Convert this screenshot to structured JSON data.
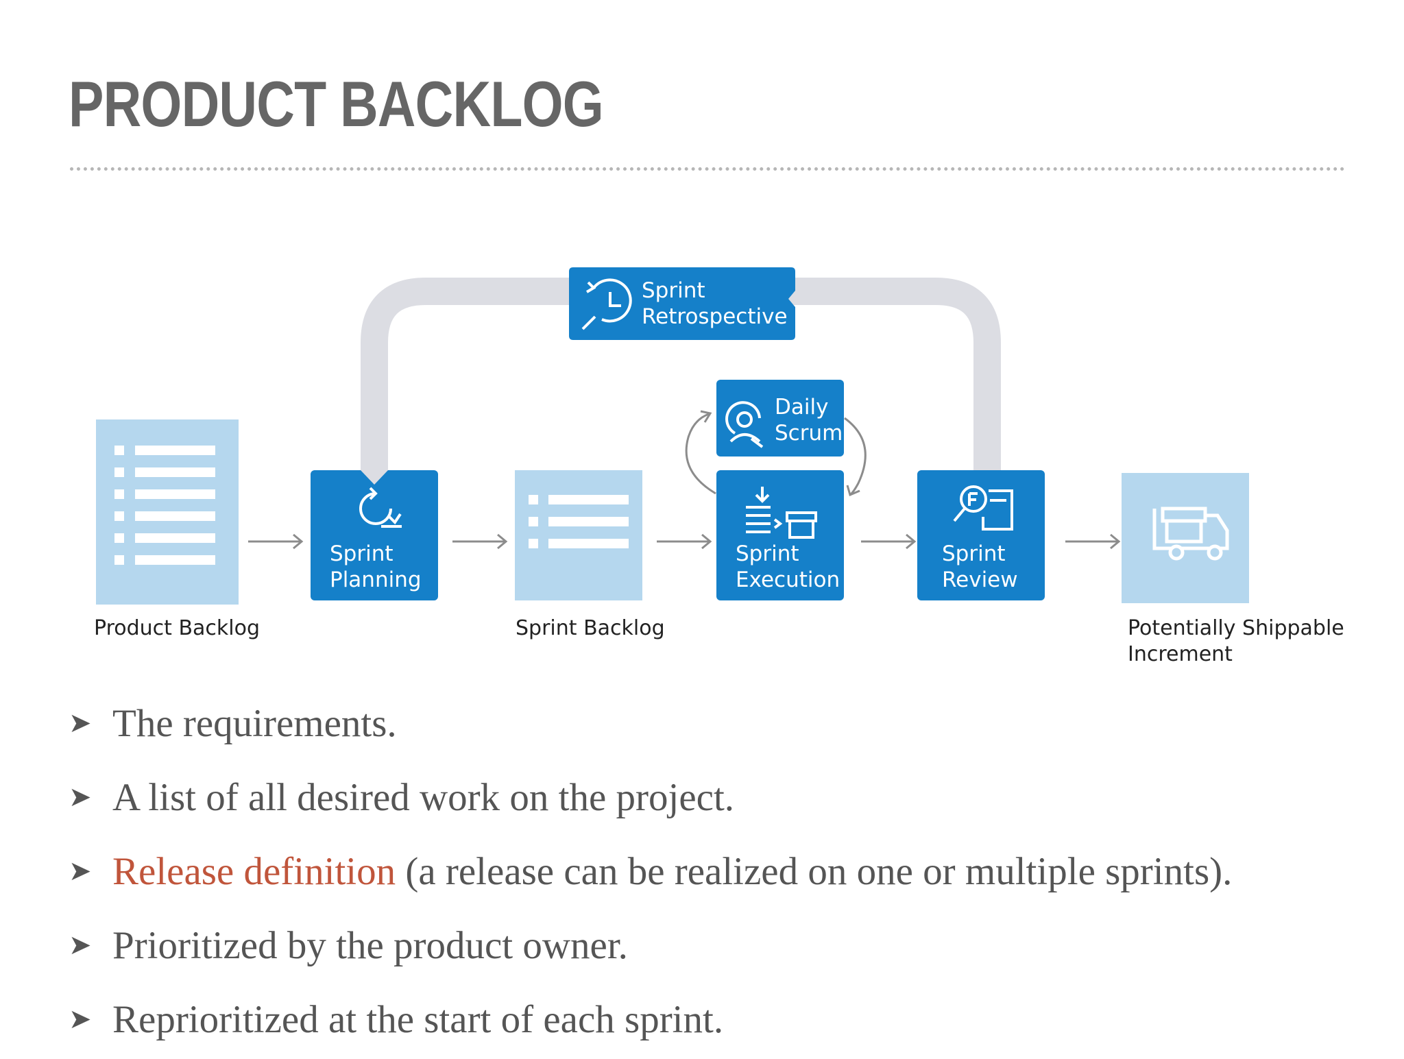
{
  "slide": {
    "title": "PRODUCT BACKLOG"
  },
  "diagram": {
    "colors": {
      "blue": "#1580c9",
      "light_blue": "#b5d7ee",
      "track": "#dcdde3",
      "arrow": "#8c8c8c",
      "white": "#ffffff"
    },
    "nodes": {
      "product_backlog": {
        "caption": "Product Backlog",
        "icon": "list-document-icon"
      },
      "sprint_planning": {
        "line1": "Sprint",
        "line2": "Planning",
        "icon": "cycle-arrow-icon"
      },
      "sprint_backlog": {
        "caption": "Sprint Backlog",
        "icon": "list-document-icon"
      },
      "daily_scrum": {
        "line1": "Daily",
        "line2": "Scrum",
        "icon": "refresh-person-icon"
      },
      "sprint_execution": {
        "line1": "Sprint",
        "line2": "Execution",
        "icon": "list-to-box-icon"
      },
      "sprint_review": {
        "line1": "Sprint",
        "line2": "Review",
        "icon": "magnifier-review-icon"
      },
      "sprint_retrospective": {
        "line1": "Sprint",
        "line2": "Retrospective",
        "icon": "clock-magnifier-icon"
      },
      "increment": {
        "caption_line1": "Potentially Shippable",
        "caption_line2": "Increment",
        "icon": "delivery-truck-icon"
      }
    }
  },
  "bullets": [
    {
      "text": "The requirements."
    },
    {
      "text": "A list of all desired work on the project."
    },
    {
      "accent": "Release definition",
      "text": " (a release can be realized on one or multiple sprints)."
    },
    {
      "text": "Prioritized by the product owner."
    },
    {
      "text": "Reprioritized at the start of each sprint."
    }
  ],
  "accent_color": "#c0553b"
}
